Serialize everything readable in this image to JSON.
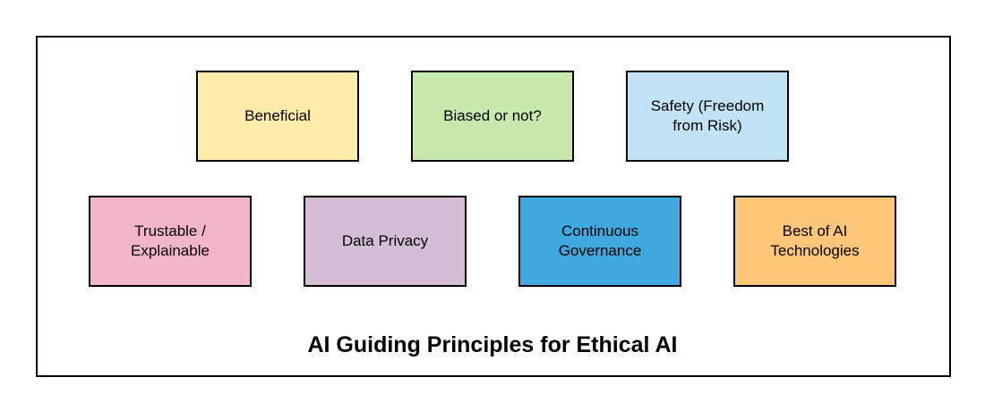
{
  "title": "AI Guiding Principles for Ethical AI",
  "boxes": [
    {
      "label": "Beneficial",
      "color": "#FFECA8"
    },
    {
      "label": "Biased or not?",
      "color": "#C8E9AE"
    },
    {
      "label": "Safety (Freedom\nfrom Risk)",
      "color": "#C2E3F6"
    },
    {
      "label": "Trustable /\nExplainable",
      "color": "#F3B6C9"
    },
    {
      "label": "Data Privacy",
      "color": "#D3BED5"
    },
    {
      "label": "Continuous\nGovernance",
      "color": "#3FA9DF"
    },
    {
      "label": "Best of AI\nTechnologies",
      "color": "#FFC678"
    }
  ]
}
